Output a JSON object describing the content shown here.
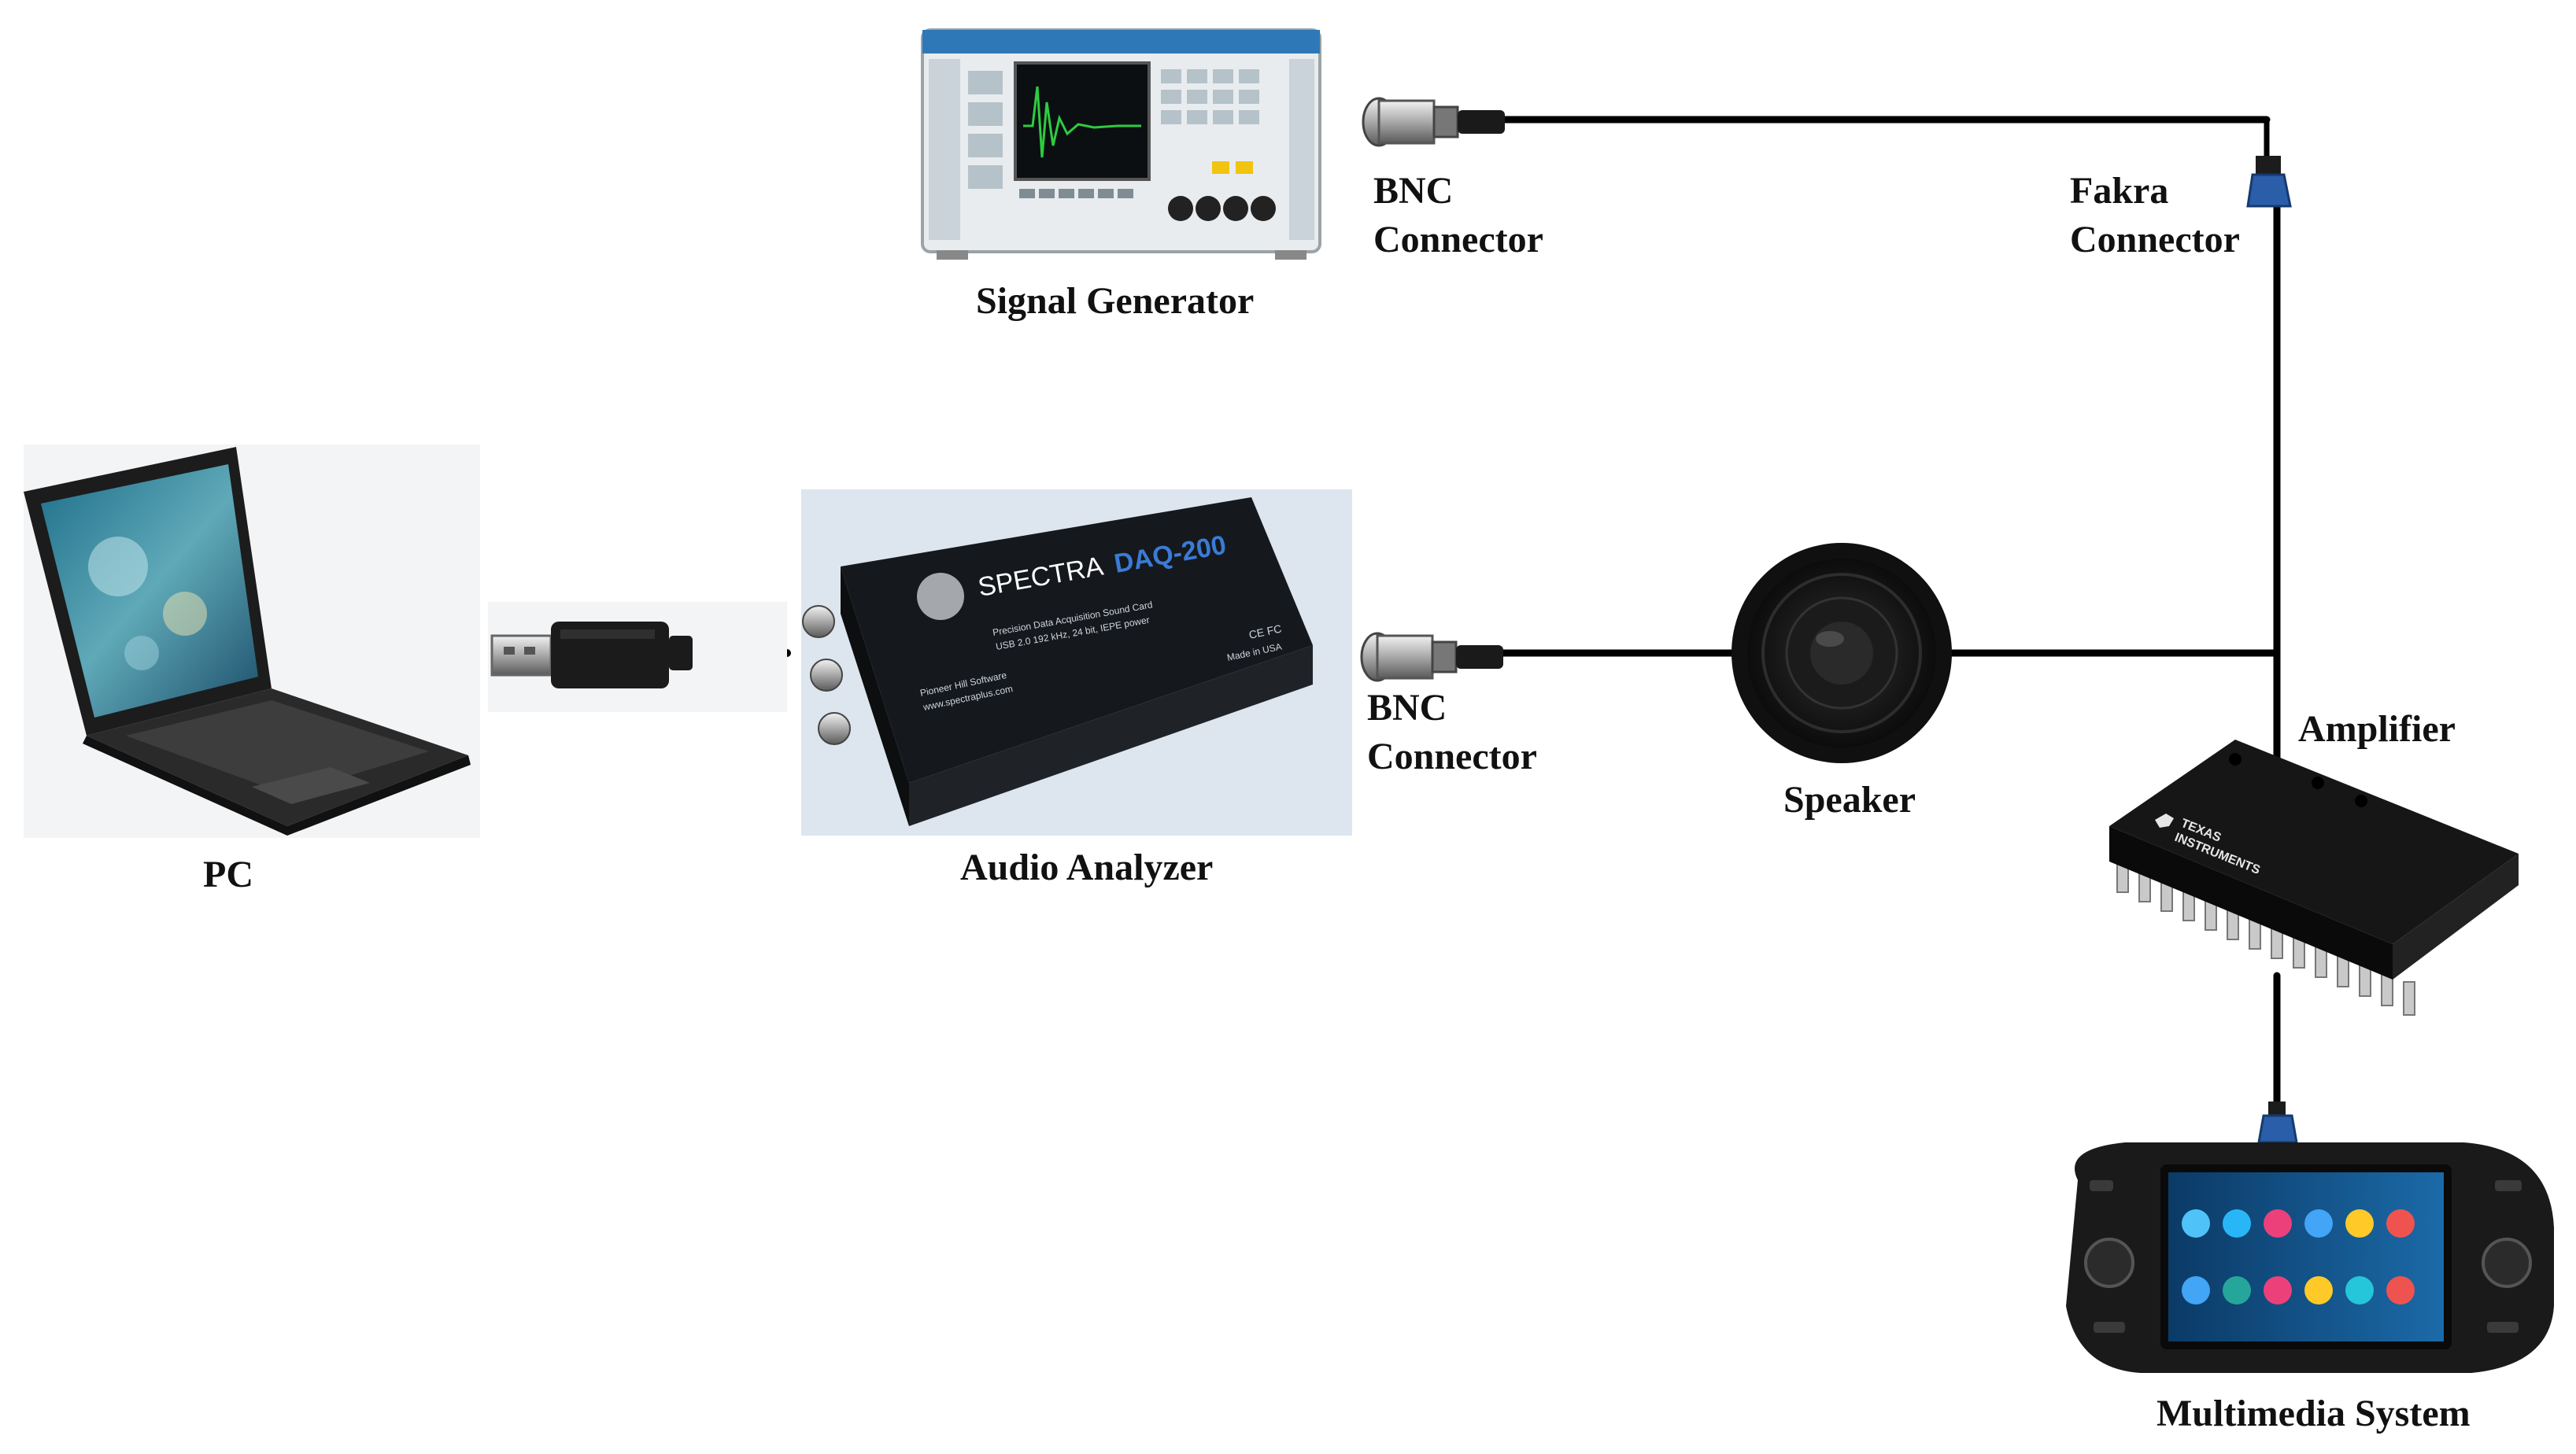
{
  "labels": {
    "signal_generator": "Signal Generator",
    "bnc_top_line1": "BNC",
    "bnc_top_line2": "Connector",
    "fakra_line1": "Fakra",
    "fakra_line2": "Connector",
    "pc": "PC",
    "audio_analyzer": "Audio Analyzer",
    "bnc_mid_line1": "BNC",
    "bnc_mid_line2": "Connector",
    "speaker": "Speaker",
    "amplifier": "Amplifier",
    "multimedia": "Multimedia System"
  },
  "device_text": {
    "daq_brand_a": "SPECTRA",
    "daq_brand_b": "DAQ-200",
    "daq_sub1": "Precision Data Acquisition Sound Card",
    "daq_sub2": "USB 2.0 192 kHz, 24 bit, IEPE power",
    "daq_vendor1": "Pioneer Hill Software",
    "daq_vendor2": "www.spectraplus.com",
    "daq_made": "Made in USA",
    "daq_marks": "CE FC",
    "chip_brand1": "TEXAS",
    "chip_brand2": "INSTRUMENTS"
  },
  "colors": {
    "cable": "#000000",
    "fakra": "#2b5ea8",
    "daq_body": "#15181c",
    "daq_accent": "#3a7bd5"
  }
}
